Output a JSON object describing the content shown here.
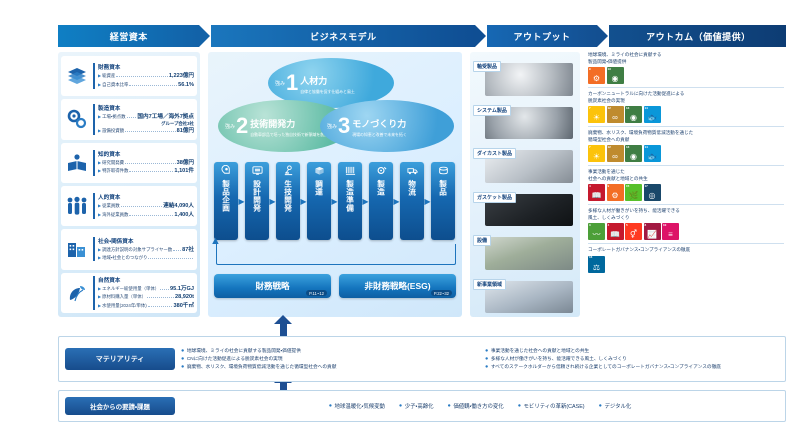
{
  "headers": {
    "capital": "経営資本",
    "business_model": "ビジネスモデル",
    "output": "アウトプット",
    "outcome": "アウトカム（価値提供）"
  },
  "capitals": [
    {
      "icon": "money-stack-icon",
      "title": "財務資本",
      "rows": [
        {
          "label": "総資産",
          "value": "1,223億円"
        },
        {
          "label": "自己資本比率",
          "value": "56.1%"
        }
      ],
      "subnote": ""
    },
    {
      "icon": "gears-icon",
      "title": "製造資本",
      "rows": [
        {
          "label": "工場・拠点数",
          "value": "国内7工場／海外7拠点"
        },
        {
          "label": "設備投資額",
          "value": "81億円"
        }
      ],
      "subnote": "グループ会社3社"
    },
    {
      "icon": "open-book-idea-icon",
      "title": "知的資本",
      "rows": [
        {
          "label": "研究開発費",
          "value": "38億円"
        },
        {
          "label": "特許取得件数",
          "value": "1,101件"
        }
      ],
      "subnote": ""
    },
    {
      "icon": "people-group-icon",
      "title": "人的資本",
      "rows": [
        {
          "label": "従業員数",
          "value": "連結4,090人"
        },
        {
          "label": "海外従業員数",
          "value": "1,400人"
        }
      ],
      "subnote": ""
    },
    {
      "icon": "buildings-icon",
      "title": "社会・関係資本",
      "rows": [
        {
          "label": "調達方針説明の対象サプライヤー数",
          "value": "87社"
        },
        {
          "label": "地域・社会とのつながり",
          "value": ""
        }
      ],
      "subnote": ""
    },
    {
      "icon": "nature-leaf-icon",
      "title": "自然資本",
      "rows": [
        {
          "label": "エネルギー総使用量（単体）",
          "value": "95.1万GJ"
        },
        {
          "label": "原材料購入量（単体）",
          "value": "28,920t"
        },
        {
          "label": "水使用量(2024年/単体)",
          "value": "380千㎥"
        }
      ],
      "subnote": ""
    }
  ],
  "strengths": [
    {
      "tag": "強み",
      "number": "1",
      "heading": "人材力",
      "desc": "自律と協働を促す仕組みと風土"
    },
    {
      "tag": "強み",
      "number": "2",
      "heading": "技術開発力",
      "desc": "自動車部品で培った独自技術で新領域を創出"
    },
    {
      "tag": "強み",
      "number": "3",
      "heading": "モノづくり力",
      "desc": "現場の知恵と改善で未来を拓く"
    }
  ],
  "process_steps": [
    {
      "icon": "lightbulb-head-icon",
      "label": "製品企画"
    },
    {
      "icon": "monitor-cad-icon",
      "label": "設計開発"
    },
    {
      "icon": "microscope-icon",
      "label": "生技開発"
    },
    {
      "icon": "delivery-box-icon",
      "label": "調達"
    },
    {
      "icon": "machine-line-icon",
      "label": "製造準備"
    },
    {
      "icon": "gear-tool-icon",
      "label": "製造"
    },
    {
      "icon": "truck-icon",
      "label": "物流"
    },
    {
      "icon": "product-box-icon",
      "label": "製品"
    }
  ],
  "strategies": [
    {
      "label": "財務戦略",
      "page": "P.11~12"
    },
    {
      "label": "非財務戦略(ESG)",
      "page": "P.22~32"
    }
  ],
  "outputs": [
    {
      "label": "軸受製品",
      "image": "bearing-photo"
    },
    {
      "label": "システム製品",
      "image": "system-product-photo"
    },
    {
      "label": "ダイカスト製品",
      "image": "diecast-product-photo"
    },
    {
      "label": "ガスケット製品",
      "image": "gasket-photo"
    },
    {
      "label": "設備",
      "image": "factory-equipment-photo"
    },
    {
      "label": "新事業領域",
      "image": "new-business-machine-photo"
    }
  ],
  "outcomes": [
    {
      "text": "地球環境、ミライの社会に貢献する\n製品開発・価値提供",
      "sdgs": [
        {
          "num": "9",
          "title": "産業と技術革新の基盤をつくろう",
          "color": "#F36D25",
          "glyph": "⚙"
        },
        {
          "num": "13",
          "title": "気候変動に具体的な対策を",
          "color": "#3F7E44",
          "glyph": "◉"
        }
      ]
    },
    {
      "text": "カーボンニュートラルに向けた活動促進による\n脱炭素社会の実現",
      "sdgs": [
        {
          "num": "7",
          "title": "エネルギーをみんなにそしてクリーンに",
          "color": "#FCC30B",
          "glyph": "☀"
        },
        {
          "num": "12",
          "title": "つくる責任つかう責任",
          "color": "#BF8B2E",
          "glyph": "∞"
        },
        {
          "num": "13",
          "title": "気候変動に具体的な対策を",
          "color": "#3F7E44",
          "glyph": "◉"
        },
        {
          "num": "14",
          "title": "海の豊かさを守ろう",
          "color": "#0A97D9",
          "glyph": "🐟"
        }
      ]
    },
    {
      "text": "廃棄物、水リスク、環境負荷物質低減活動を通じた\n循環型社会への貢献",
      "sdgs": [
        {
          "num": "7",
          "title": "エネルギーをみんなにそしてクリーンに",
          "color": "#FCC30B",
          "glyph": "☀"
        },
        {
          "num": "12",
          "title": "つくる責任つかう責任",
          "color": "#BF8B2E",
          "glyph": "∞"
        },
        {
          "num": "13",
          "title": "気候変動に具体的な対策を",
          "color": "#3F7E44",
          "glyph": "◉"
        },
        {
          "num": "14",
          "title": "海の豊かさを守ろう",
          "color": "#0A97D9",
          "glyph": "🐟"
        }
      ]
    },
    {
      "text": "事業活動を通じた\n社会への貢献と地域との共生",
      "sdgs": [
        {
          "num": "4",
          "title": "質の高い教育をみんなに",
          "color": "#C5192D",
          "glyph": "📖"
        },
        {
          "num": "9",
          "title": "産業と技術革新の基盤をつくろう",
          "color": "#F36D25",
          "glyph": "⚙"
        },
        {
          "num": "15",
          "title": "陸の豊かさも守ろう",
          "color": "#56C02B",
          "glyph": "🌿"
        },
        {
          "num": "17",
          "title": "パートナーシップで目標を達成しよう",
          "color": "#19486A",
          "glyph": "◎"
        }
      ]
    },
    {
      "text": "多様な人材が働きがいを持ち、能活躍できる\n風土、しくみづくり",
      "sdgs": [
        {
          "num": "3",
          "title": "すべての人に健康と福祉を",
          "color": "#4C9F38",
          "glyph": "〰"
        },
        {
          "num": "4",
          "title": "質の高い教育をみんなに",
          "color": "#C5192D",
          "glyph": "📖"
        },
        {
          "num": "5",
          "title": "ジェンダー平等を実現しよう",
          "color": "#FF3A21",
          "glyph": "⚥"
        },
        {
          "num": "8",
          "title": "働きがいも経済成長も",
          "color": "#A21942",
          "glyph": "📈"
        },
        {
          "num": "10",
          "title": "人や国の不平等をなくそう",
          "color": "#DD1367",
          "glyph": "≡"
        }
      ]
    },
    {
      "text": "コーポレートガバナンス・コンプライアンスの徹底",
      "sdgs": [
        {
          "num": "16",
          "title": "平和と公正をすべての人に",
          "color": "#00689D",
          "glyph": "⚖"
        }
      ]
    }
  ],
  "materiality": {
    "tag": "マテリアリティ",
    "column_left": [
      "地球環境、ミライの社会に貢献する製品開発・価値提供",
      "CNに向けた活動促進による脱炭素社会の実現",
      "廃棄物、水リスク、環境負荷物質低減活動を通じた循環型社会への貢献"
    ],
    "column_right": [
      "事業活動を通じた社会への貢献と地域との共生",
      "多様な人材が働きがいを持ち、能活躍できる風土、しくみづくり",
      "すべてのステークホルダーから信頼され続ける企業としてのコーポレートガバナンス・コンプライアンスの徹底"
    ]
  },
  "social_demands": {
    "tag": "社会からの要請・課題",
    "items": [
      "地球温暖化・気候変動",
      "少子・高齢化",
      "価値観・働き方の変化",
      "モビリティの革新(CASE)",
      "デジタル化"
    ]
  },
  "colors": {
    "primary_blue": "#1262a8",
    "dark_blue": "#0d3c73",
    "accent_cyan": "#3fa9dc",
    "green": "#5fbca5"
  }
}
